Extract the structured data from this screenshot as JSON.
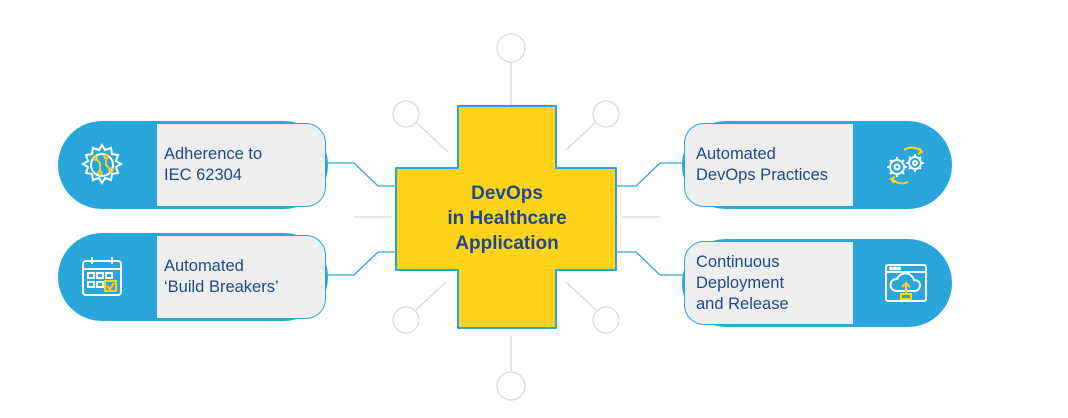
{
  "center": {
    "title_lines": [
      "DevOps",
      "in Healthcare",
      "Application"
    ]
  },
  "cards": [
    {
      "id": "iec",
      "side": "left",
      "lines": [
        "Adherence to",
        "IEC 62304"
      ],
      "icon": "gear-circuit-icon"
    },
    {
      "id": "build",
      "side": "left",
      "lines": [
        "Automated",
        "‘Build Breakers’"
      ],
      "icon": "calendar-check-icon"
    },
    {
      "id": "practices",
      "side": "right",
      "lines": [
        "Automated",
        "DevOps Practices"
      ],
      "icon": "gears-cycle-icon"
    },
    {
      "id": "deploy",
      "side": "right",
      "lines": [
        "Continuous",
        "Deployment",
        "and Release"
      ],
      "icon": "cloud-upload-icon"
    }
  ],
  "colors": {
    "accent_blue": "#2aa6dc",
    "text_navy": "#1d4a8a",
    "cross_yellow": "#ffd31a",
    "panel_gray": "#eeeeee",
    "icon_yellow": "#ffd31a"
  }
}
